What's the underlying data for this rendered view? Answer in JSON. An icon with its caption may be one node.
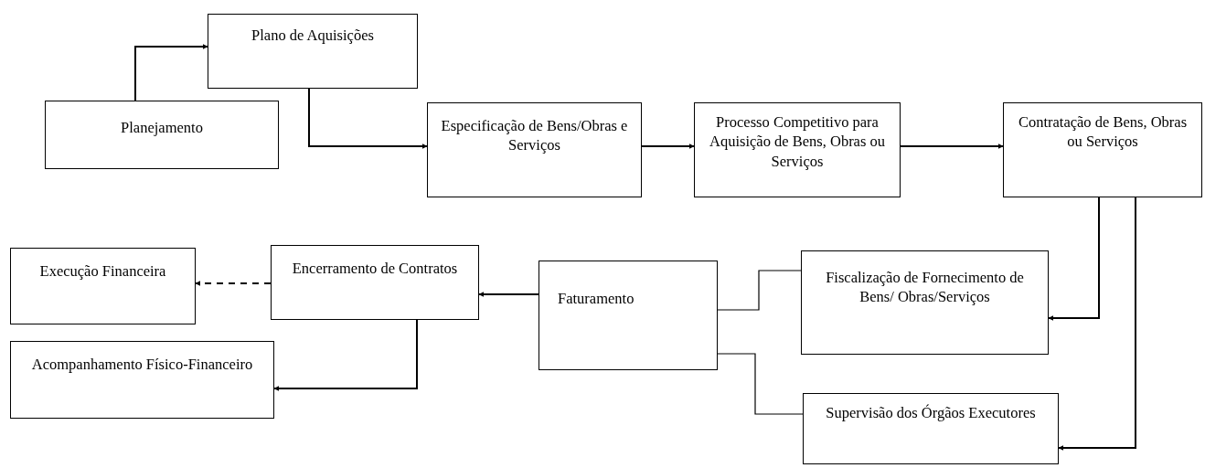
{
  "diagram": {
    "nodes": [
      {
        "text": [
          "Plano de Aquisições"
        ]
      },
      {
        "text": [
          "Planejamento"
        ]
      },
      {
        "text": [
          "Especificação de Bens/Obras e Serviços"
        ]
      },
      {
        "text": [
          "Processo Competitivo para Aquisição de Bens, Obras ou Serviços"
        ]
      },
      {
        "text": [
          "Contratação de Bens, Obras ou Serviços"
        ]
      },
      {
        "text": [
          "Execução Financeira"
        ]
      },
      {
        "text": [
          "Encerramento de Contratos"
        ]
      },
      {
        "text": [
          "Acompanhamento Físico-Financeiro"
        ]
      },
      {
        "text": [
          "Faturamento"
        ]
      },
      {
        "text": [
          "Fiscalização de Fornecimento de Bens/ Obras/Serviços"
        ]
      },
      {
        "text": [
          "Supervisão dos Órgãos Executores"
        ]
      }
    ],
    "edges": [
      {
        "from": 1,
        "to": 0,
        "arrow": "to"
      },
      {
        "from": 0,
        "to": 2,
        "arrow": "to"
      },
      {
        "from": 2,
        "to": 3,
        "arrow": "to"
      },
      {
        "from": 3,
        "to": 4,
        "arrow": "to"
      },
      {
        "from": 4,
        "to": 9,
        "arrow": "to"
      },
      {
        "from": 4,
        "to": 10,
        "arrow": "to"
      },
      {
        "from": 9,
        "to": 8,
        "arrow": "none"
      },
      {
        "from": 10,
        "to": 8,
        "arrow": "none"
      },
      {
        "from": 8,
        "to": 6,
        "arrow": "to"
      },
      {
        "from": 6,
        "to": 5,
        "arrow": "to",
        "style": "dashed"
      },
      {
        "from": 6,
        "to": 7,
        "arrow": "to"
      }
    ]
  }
}
